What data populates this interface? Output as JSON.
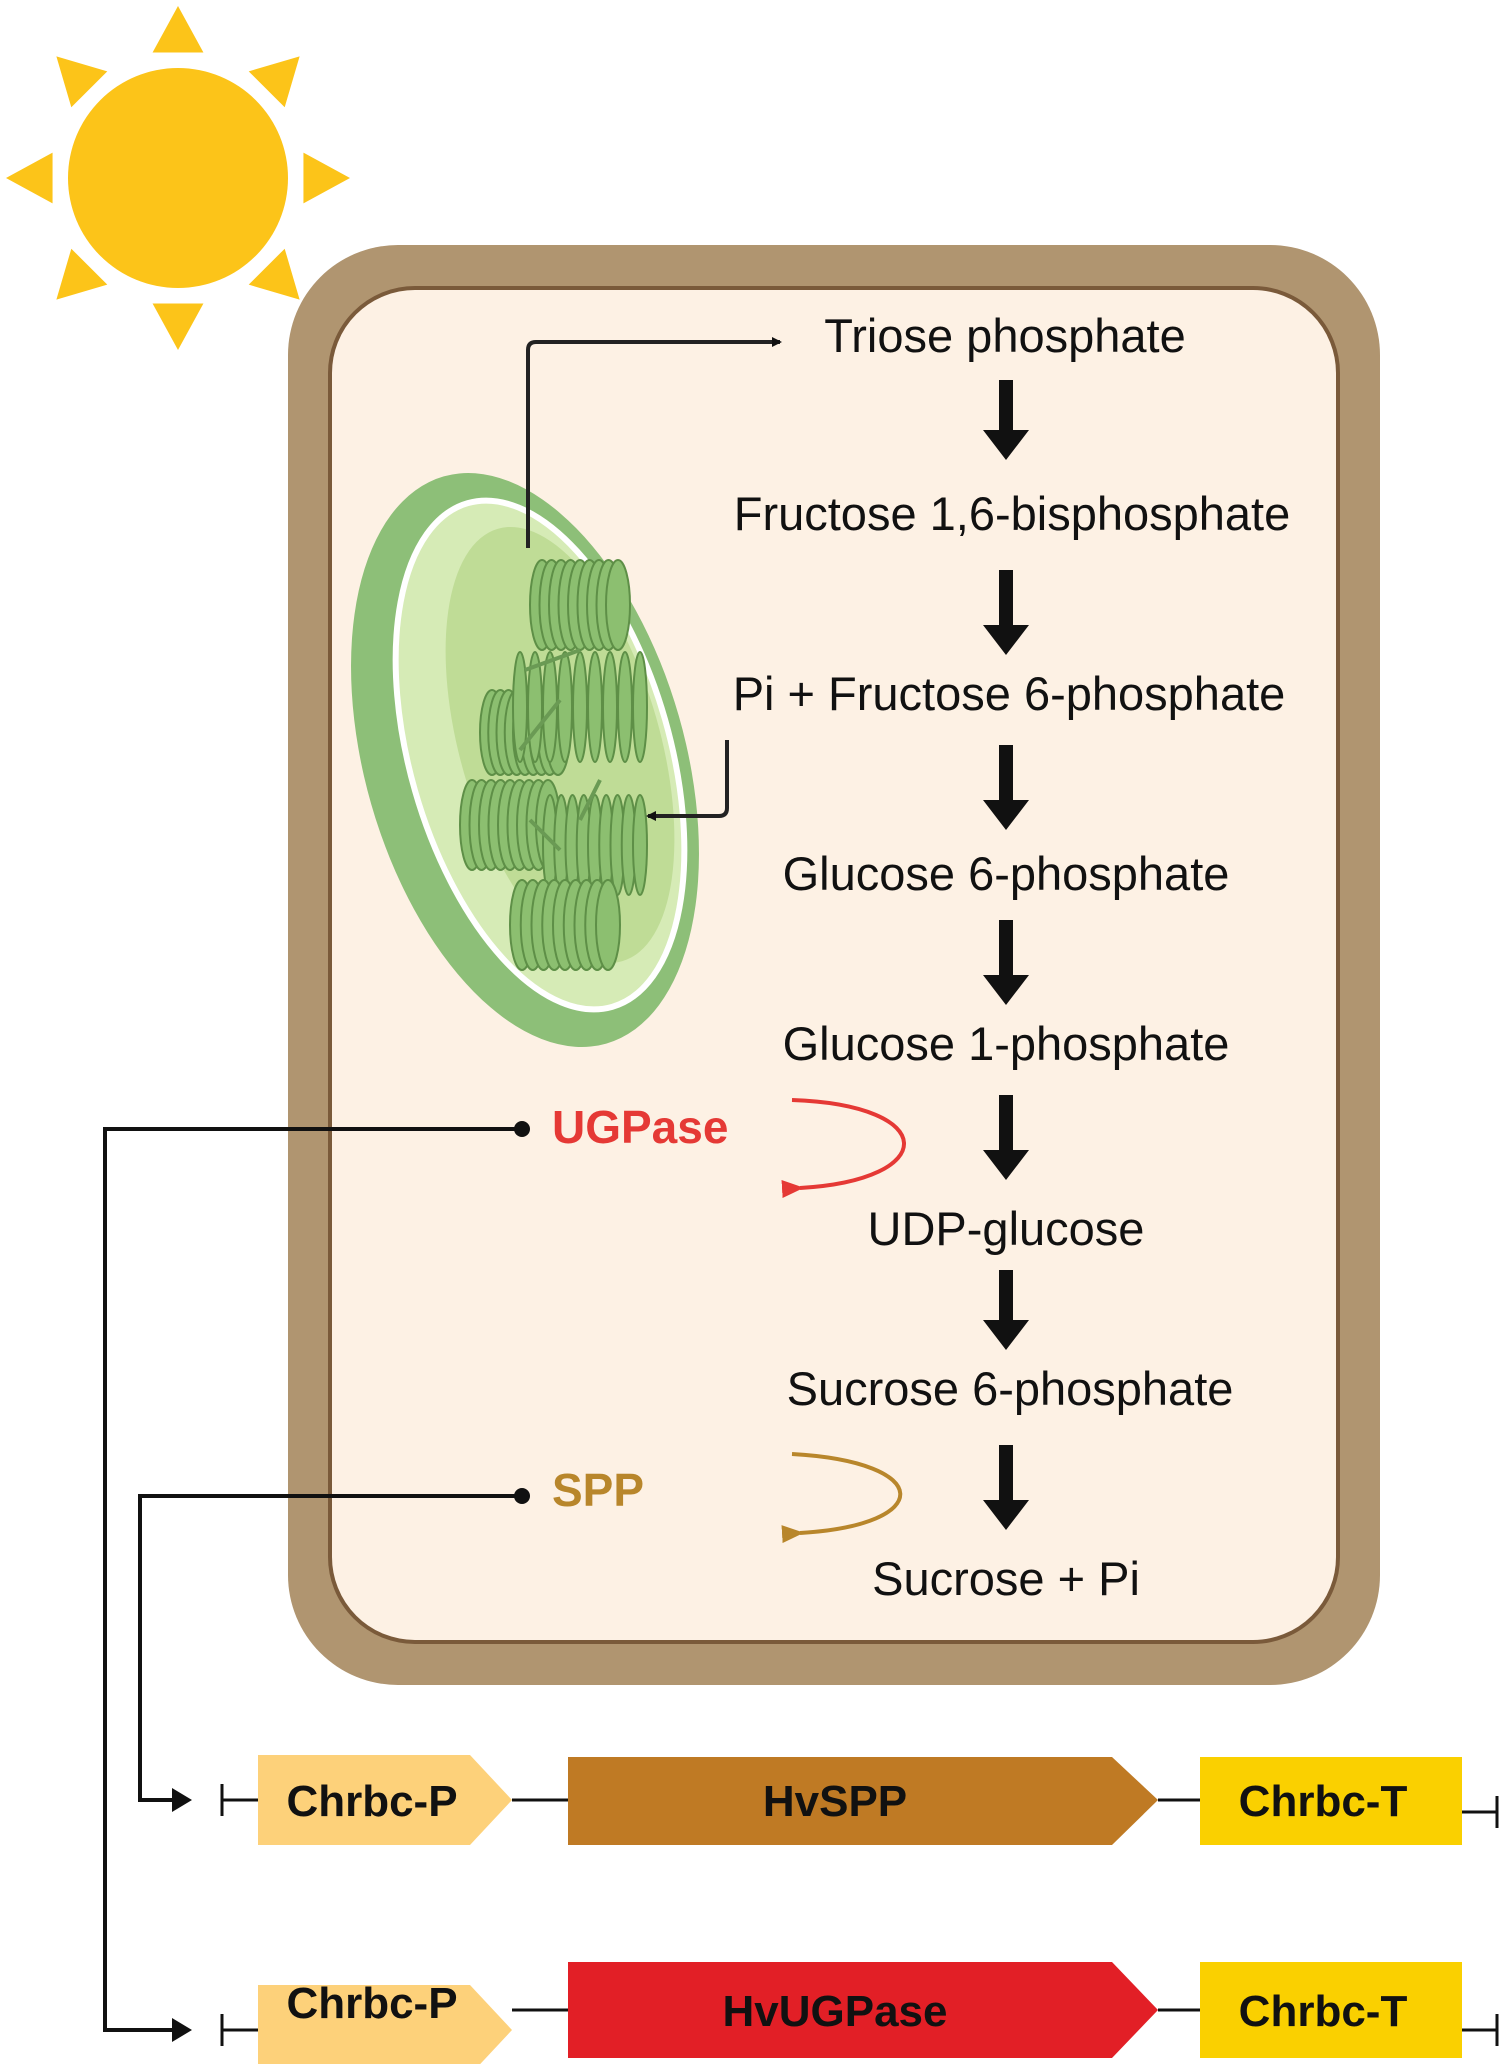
{
  "pathway": {
    "steps": [
      "Triose phosphate",
      "Fructose 1,6-bisphosphate",
      "Pi + Fructose 6-phosphate",
      "Glucose 6-phosphate",
      "Glucose 1-phosphate",
      "UDP-glucose",
      "Sucrose 6-phosphate",
      "Sucrose + Pi"
    ]
  },
  "enzymes": {
    "ugpase": {
      "label": "UGPase",
      "color": "#e53935"
    },
    "spp": {
      "label": "SPP",
      "color": "#b8862b"
    }
  },
  "constructs": {
    "spp": {
      "promoter": "Chrbc-P",
      "gene": "HvSPP",
      "terminator": "Chrbc-T",
      "gene_color": "#bf7a24"
    },
    "ugpase": {
      "promoter": "Chrbc-P",
      "gene": "HvUGPase",
      "terminator": "Chrbc-T",
      "gene_color": "#e21f26"
    }
  },
  "colors": {
    "sun": "#fcc419",
    "cell_wall": "#b09570",
    "cytoplasm": "#fdf1e4",
    "chloroplast_outer": "#8dbf78",
    "chloroplast_inner": "#cfe5a8",
    "thylakoid": "#78ad5e",
    "promoter": "#fdd17a",
    "terminator": "#fad000"
  },
  "icons": [
    "sun-icon",
    "chloroplast-icon"
  ]
}
